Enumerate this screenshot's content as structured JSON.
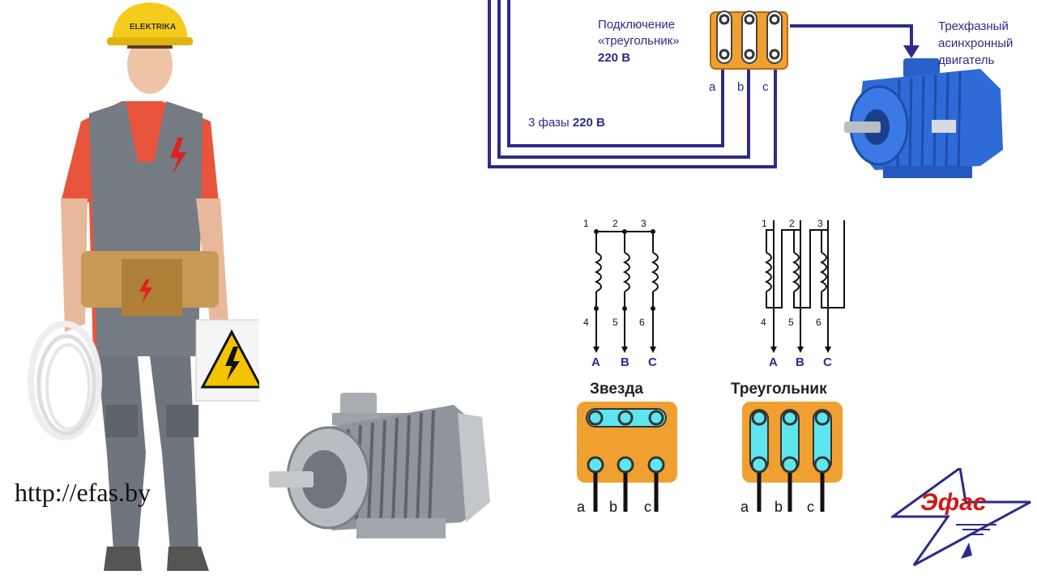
{
  "top_diagram": {
    "connection_label_line1": "Подключение",
    "connection_label_line2": "«треугольник»",
    "connection_voltage": "220 В",
    "motor_label_line1": "Трехфазный",
    "motor_label_line2": "асинхронный",
    "motor_label_line3": "двигатель",
    "phases_label": "3 фазы",
    "phases_voltage": "220 В",
    "terminals": [
      "a",
      "b",
      "c"
    ]
  },
  "star_scheme": {
    "title": "Звезда",
    "top_numbers": [
      "1",
      "2",
      "3"
    ],
    "bottom_numbers": [
      "4",
      "5",
      "6"
    ],
    "phases": [
      "A",
      "B",
      "C"
    ],
    "terminals": [
      "a",
      "b",
      "c"
    ]
  },
  "delta_scheme": {
    "title": "Треугольник",
    "top_numbers": [
      "1",
      "2",
      "3"
    ],
    "bottom_numbers": [
      "4",
      "5",
      "6"
    ],
    "phases": [
      "A",
      "B",
      "C"
    ],
    "terminals": [
      "a",
      "b",
      "c"
    ]
  },
  "branding": {
    "worker_helmet_text": "ELEKTRIKA",
    "url": "http://efas.by",
    "logo_text": "Эфас"
  },
  "colors": {
    "wire": "#2e2a8a",
    "terminal_block": "#f0a030",
    "terminal_pin": "#5ee6ee",
    "motor_blue": "#2e6bd8",
    "logo_red": "#d01818"
  }
}
